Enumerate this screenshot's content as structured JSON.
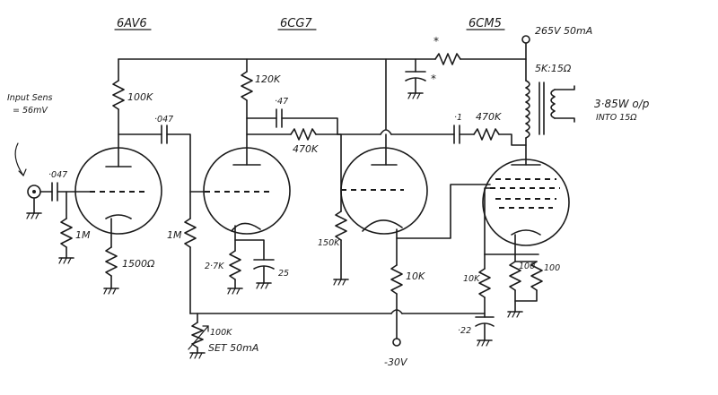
{
  "tubes": {
    "v1": "6AV6",
    "v2": "6CG7",
    "v3": "6CM5"
  },
  "supply": "265V 50mA",
  "transformer": {
    "impedance": "5K:15Ω",
    "output_line1": "3·85W o/p",
    "output_line2": "INTO 15Ω"
  },
  "input_note": {
    "line1": "Input Sens",
    "line2": "= 56mV"
  },
  "labels": {
    "c_in": "·047",
    "r_grid1": "1M",
    "r_plate1": "100K",
    "r_cath1": "1500Ω",
    "c_couple1": "·047",
    "r_grid2": "1M",
    "r_plate2": "120K",
    "c_fb": "·47",
    "r_fb": "470K",
    "r_cath2": "2·7K",
    "c_cath2": "25",
    "r_grid3": "150K",
    "r_tail": "10K",
    "c_couple3": "·1",
    "r_couple3": "470K",
    "r_grid4": "10K",
    "r_cath4a": "100",
    "r_cath4b": "100",
    "c_bias": "·22",
    "pot": "100K",
    "set_bias": "SET 50mA",
    "neg_supply": "-30V",
    "star1": "*",
    "star2": "*"
  }
}
